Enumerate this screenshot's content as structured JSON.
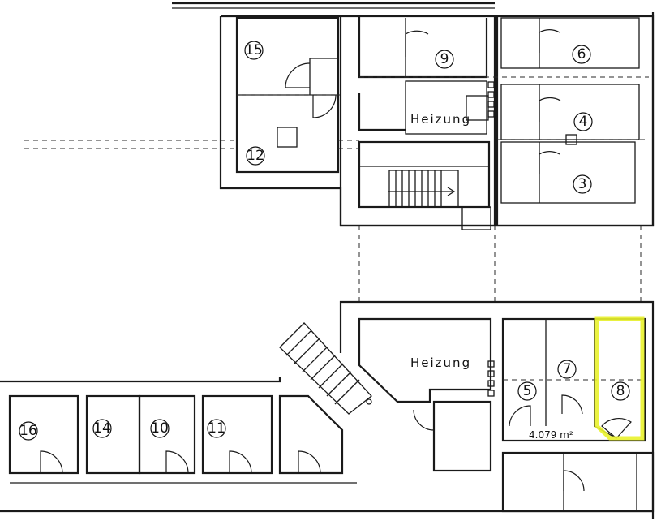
{
  "plan": {
    "rooms": [
      {
        "id": "room-15",
        "label": "15"
      },
      {
        "id": "room-12",
        "label": "12"
      },
      {
        "id": "room-9",
        "label": "9"
      },
      {
        "id": "room-6",
        "label": "6"
      },
      {
        "id": "room-4",
        "label": "4"
      },
      {
        "id": "room-3",
        "label": "3"
      },
      {
        "id": "room-7",
        "label": "7"
      },
      {
        "id": "room-5",
        "label": "5"
      },
      {
        "id": "room-8",
        "label": "8",
        "highlighted": true
      },
      {
        "id": "room-16",
        "label": "16"
      },
      {
        "id": "room-14",
        "label": "14"
      },
      {
        "id": "room-10",
        "label": "10"
      },
      {
        "id": "room-11",
        "label": "11"
      }
    ],
    "labels": {
      "heating_top": "Heizung",
      "heating_bottom": "Heizung",
      "area": "4.079 m²"
    },
    "colors": {
      "wall": "#1a1a1a",
      "highlight": "#e9f22c",
      "background": "#ffffff"
    }
  }
}
